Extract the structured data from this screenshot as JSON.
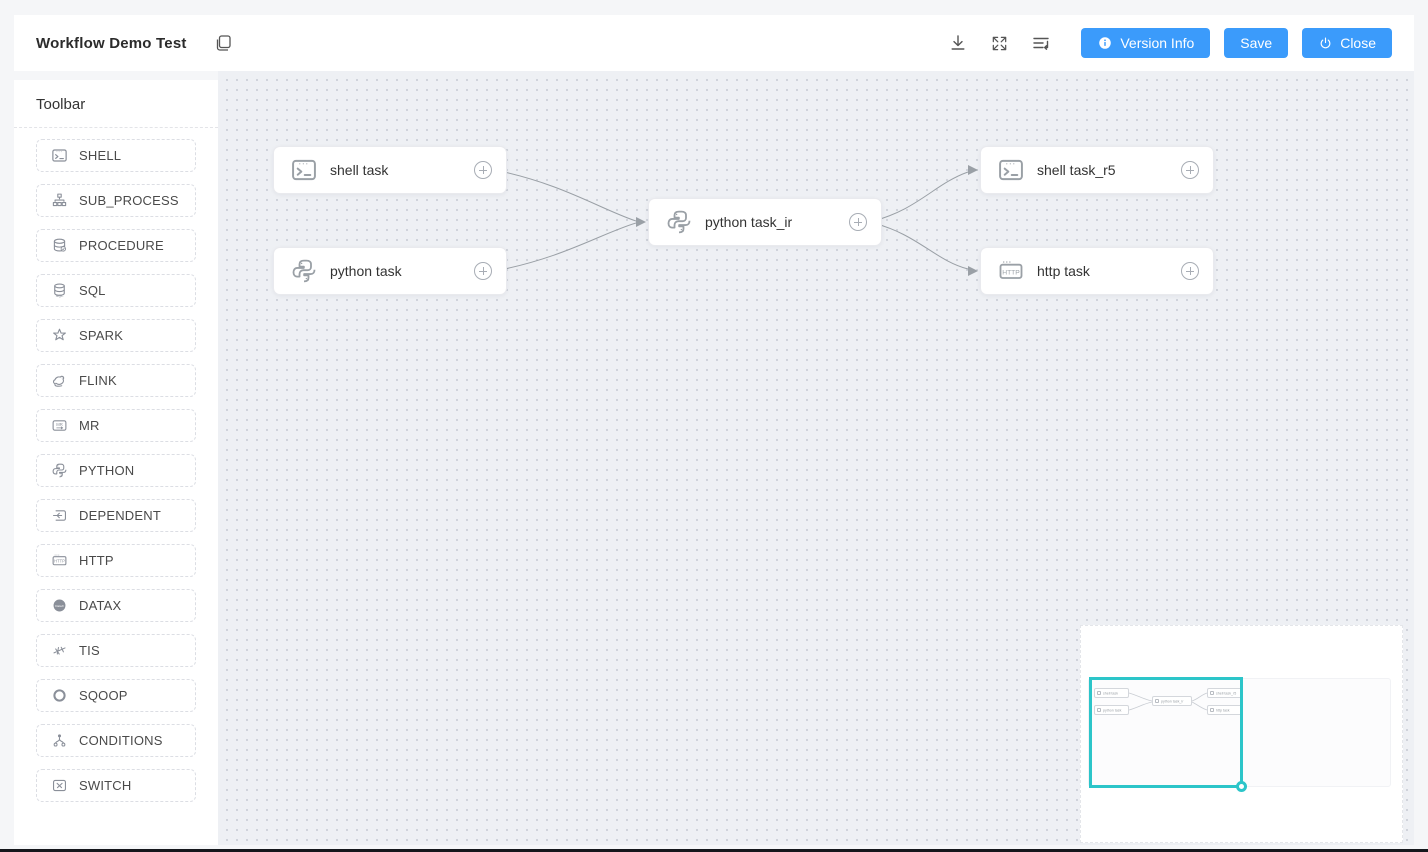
{
  "header": {
    "title": "Workflow Demo Test",
    "buttons": {
      "version_info": "Version Info",
      "save": "Save",
      "close": "Close"
    },
    "icons": {
      "copy": "copy-icon",
      "download": "download-icon",
      "fullscreen": "fullscreen-icon",
      "format": "format-layout-icon",
      "info": "info-icon",
      "power": "power-icon"
    }
  },
  "toolbar": {
    "title": "Toolbar",
    "items": [
      {
        "label": "SHELL",
        "icon": "shell-icon"
      },
      {
        "label": "SUB_PROCESS",
        "icon": "sub-process-icon"
      },
      {
        "label": "PROCEDURE",
        "icon": "procedure-icon"
      },
      {
        "label": "SQL",
        "icon": "sql-icon"
      },
      {
        "label": "SPARK",
        "icon": "spark-icon"
      },
      {
        "label": "FLINK",
        "icon": "flink-icon"
      },
      {
        "label": "MR",
        "icon": "mr-icon"
      },
      {
        "label": "PYTHON",
        "icon": "python-icon"
      },
      {
        "label": "DEPENDENT",
        "icon": "dependent-icon"
      },
      {
        "label": "HTTP",
        "icon": "http-icon"
      },
      {
        "label": "DATAX",
        "icon": "datax-icon"
      },
      {
        "label": "TIS",
        "icon": "tis-icon"
      },
      {
        "label": "SQOOP",
        "icon": "sqoop-icon"
      },
      {
        "label": "CONDITIONS",
        "icon": "conditions-icon"
      },
      {
        "label": "SWITCH",
        "icon": "switch-icon"
      }
    ]
  },
  "canvas": {
    "nodes": [
      {
        "id": "shell-task",
        "label": "shell task",
        "type": "shell"
      },
      {
        "id": "python-task",
        "label": "python task",
        "type": "python"
      },
      {
        "id": "python-task-ir",
        "label": "python task_ir",
        "type": "python"
      },
      {
        "id": "shell-task-r5",
        "label": "shell task_r5",
        "type": "shell"
      },
      {
        "id": "http-task",
        "label": "http task",
        "type": "http"
      }
    ],
    "edges": [
      {
        "from": "shell task",
        "to": "python task_ir"
      },
      {
        "from": "python task",
        "to": "python task_ir"
      },
      {
        "from": "python task_ir",
        "to": "shell task_r5"
      },
      {
        "from": "python task_ir",
        "to": "http task"
      }
    ]
  },
  "minimap": {
    "nodes": [
      {
        "label": "shell task"
      },
      {
        "label": "python task"
      },
      {
        "label": "python task_ir"
      },
      {
        "label": "shell task_r5"
      },
      {
        "label": "http task"
      }
    ]
  },
  "colors": {
    "accent_blue": "#3b9bfb",
    "minimap_viewport": "#2cc5c9",
    "canvas_background": "#eef0f4",
    "edge": "#9aa0a6"
  }
}
